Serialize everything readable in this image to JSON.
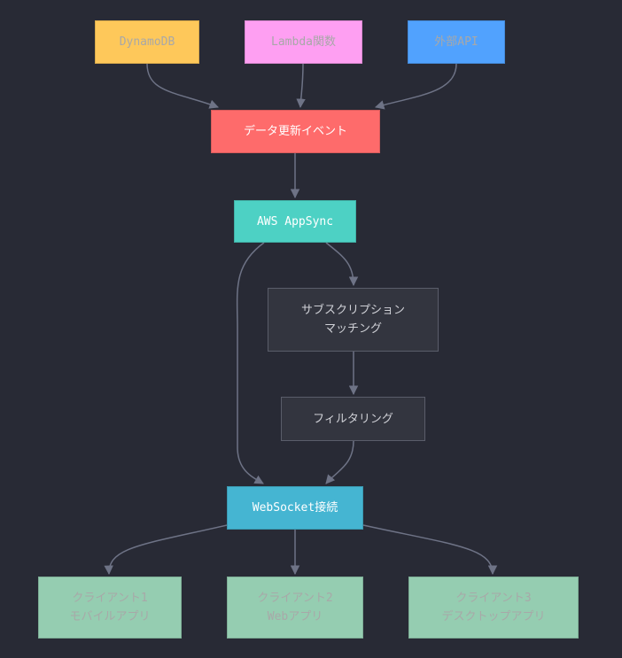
{
  "diagram": {
    "nodes": {
      "dynamodb": {
        "lines": [
          "DynamoDB"
        ]
      },
      "lambda": {
        "lines": [
          "Lambda関数"
        ]
      },
      "extapi": {
        "lines": [
          "外部API"
        ]
      },
      "event": {
        "lines": [
          "データ更新イベント"
        ]
      },
      "appsync": {
        "lines": [
          "AWS AppSync"
        ]
      },
      "match": {
        "lines": [
          "サブスクリプション",
          "マッチング"
        ]
      },
      "filter": {
        "lines": [
          "フィルタリング"
        ]
      },
      "ws": {
        "lines": [
          "WebSocket接続"
        ]
      },
      "client1": {
        "lines": [
          "クライアント1",
          "モバイルアプリ"
        ]
      },
      "client2": {
        "lines": [
          "クライアント2",
          "Webアプリ"
        ]
      },
      "client3": {
        "lines": [
          "クライアント3",
          "デスクトップアプリ"
        ]
      }
    },
    "edges": [
      {
        "from": "dynamodb",
        "to": "event"
      },
      {
        "from": "lambda",
        "to": "event"
      },
      {
        "from": "extapi",
        "to": "event"
      },
      {
        "from": "event",
        "to": "appsync"
      },
      {
        "from": "appsync",
        "to": "match"
      },
      {
        "from": "match",
        "to": "filter"
      },
      {
        "from": "filter",
        "to": "ws"
      },
      {
        "from": "appsync",
        "to": "ws"
      },
      {
        "from": "ws",
        "to": "client1"
      },
      {
        "from": "ws",
        "to": "client2"
      },
      {
        "from": "ws",
        "to": "client3"
      }
    ],
    "colors": {
      "background": "#282a35",
      "edge": "#6e7386",
      "dynamodb": "#fec85a",
      "lambda": "#fe9ff2",
      "extapi": "#51a2fe",
      "event": "#fe6b6b",
      "appsync": "#4dd1c4",
      "process": "#33353f",
      "ws": "#45b5d2",
      "client": "#95cdb1"
    }
  }
}
